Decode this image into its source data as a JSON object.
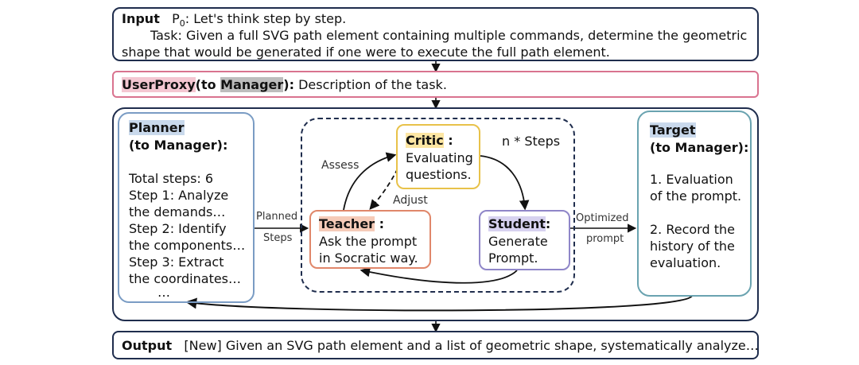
{
  "input": {
    "label": "Input",
    "p0": "P",
    "p0_sub": "0",
    "p0_text": ": Let's think step by step.",
    "task_line1": "Task: Given a full SVG path element containing multiple commands, determine the geometric",
    "task_line2": "shape that would be generated if one were to execute the full path element."
  },
  "userproxy": {
    "agent": "UserProxy",
    "to_open": "(to ",
    "manager": "Manager",
    "to_close": "):",
    "text": "Description of the task."
  },
  "planner": {
    "name": "Planner",
    "to": "(to Manager):",
    "lines": [
      "Total steps: 6",
      "Step 1: Analyze",
      "the demands…",
      "Step 2: Identify",
      "the components…",
      "Step 3: Extract",
      "the coordinates…",
      "…"
    ]
  },
  "critic": {
    "name": "Critic",
    "sep": " :",
    "lines": [
      "Evaluating",
      "questions."
    ]
  },
  "teacher": {
    "name": "Teacher",
    "sep": " :",
    "lines": [
      "Ask the prompt",
      "in Socratic way."
    ]
  },
  "student": {
    "name": "Student",
    "sep": ":",
    "lines": [
      "Generate",
      "Prompt."
    ]
  },
  "target": {
    "name": "Target",
    "to": "(to Manager):",
    "lines": [
      "1. Evaluation",
      "of the prompt.",
      "",
      "2. Record the",
      "history of the",
      "evaluation."
    ]
  },
  "labels": {
    "n_steps": "n * Steps",
    "assess": "Assess",
    "adjust": "Adjust",
    "planned": "Planned",
    "steps": "Steps",
    "optimized": "Optimized",
    "prompt": "prompt"
  },
  "output": {
    "label": "Output",
    "text": "[New] Given an SVG path element and a list of geometric shape, systematically analyze…"
  },
  "colors": {
    "navy": "#1f2d4d",
    "pink_border": "#d9738f",
    "planner_border": "#7a9cc4",
    "critic_border": "#e8c24a",
    "teacher_border": "#e0876a",
    "student_border": "#8f86c8",
    "target_border": "#6aa3b0"
  }
}
